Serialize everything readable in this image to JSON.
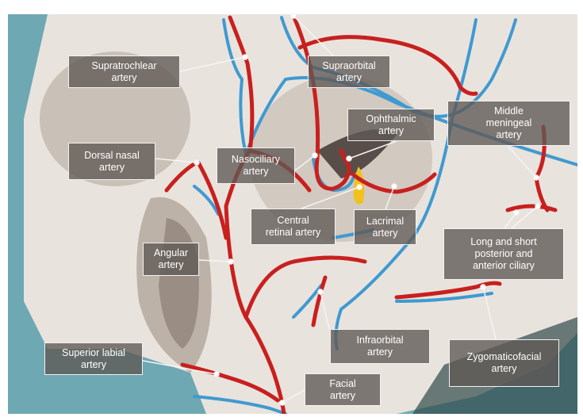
{
  "title": "Arteries of the orbit and face",
  "colors": {
    "artery": "#c8201e",
    "vein": "#3f9ad0",
    "nerve": "#f2c21b",
    "background": "#6ea8b3",
    "bone": "#e9e3de",
    "label_fill": "#5f5854"
  },
  "labels": {
    "supratrochlear": [
      "Supratrochlear",
      "artery"
    ],
    "supraorbital": [
      "Supraorbital",
      "artery"
    ],
    "ophthalmic": [
      "Ophthalmic",
      "artery"
    ],
    "middle_meningeal": [
      "Middle",
      "meningeal",
      "artery"
    ],
    "dorsal_nasal": [
      "Dorsal nasal",
      "artery"
    ],
    "nasociliary": [
      "Nasociliary",
      "artery"
    ],
    "central_retinal": [
      "Central",
      "retinal artery"
    ],
    "lacrimal": [
      "Lacrimal",
      "artery"
    ],
    "ciliary": [
      "Long and short",
      "posterior and",
      "anterior ciliary"
    ],
    "angular": [
      "Angular",
      "artery"
    ],
    "infraorbital": [
      "Infraorbital",
      "artery"
    ],
    "zygomaticofacial": [
      "Zygomaticofacial",
      "artery"
    ],
    "superior_labial": [
      "Superior labial",
      "artery"
    ],
    "facial": [
      "Facial",
      "artery"
    ]
  }
}
